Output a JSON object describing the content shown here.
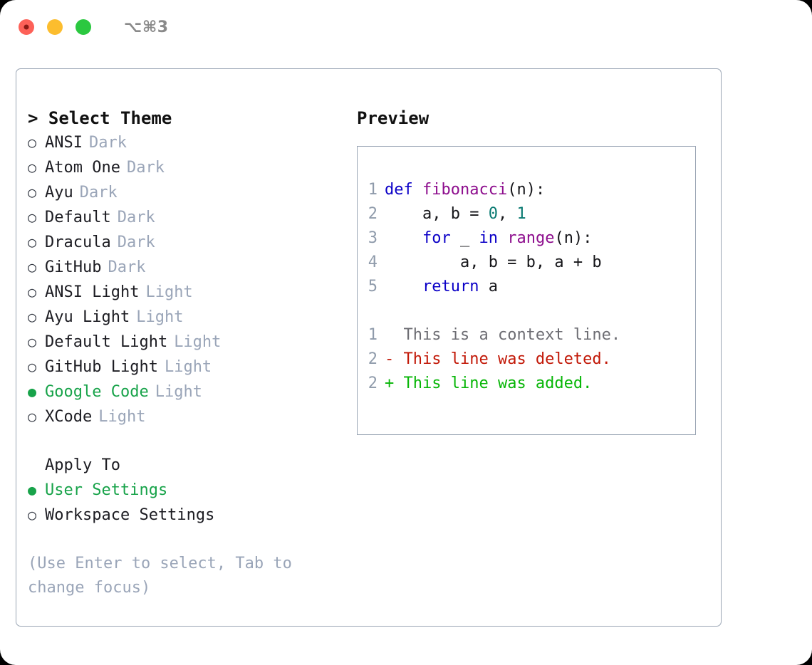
{
  "window": {
    "shortcut": "⌥⌘3",
    "traffic_lights": [
      "close-red",
      "minimize-yellow",
      "maximize-green"
    ]
  },
  "left": {
    "header": "> Select Theme",
    "themes": [
      {
        "marker": "○",
        "name": "ANSI",
        "tag": "Dark",
        "selected": false
      },
      {
        "marker": "○",
        "name": "Atom One",
        "tag": "Dark",
        "selected": false
      },
      {
        "marker": "○",
        "name": "Ayu",
        "tag": "Dark",
        "selected": false
      },
      {
        "marker": "○",
        "name": "Default",
        "tag": "Dark",
        "selected": false
      },
      {
        "marker": "○",
        "name": "Dracula",
        "tag": "Dark",
        "selected": false
      },
      {
        "marker": "○",
        "name": "GitHub",
        "tag": "Dark",
        "selected": false
      },
      {
        "marker": "○",
        "name": "ANSI Light",
        "tag": "Light",
        "selected": false
      },
      {
        "marker": "○",
        "name": "Ayu Light",
        "tag": "Light",
        "selected": false
      },
      {
        "marker": "○",
        "name": "Default Light",
        "tag": "Light",
        "selected": false
      },
      {
        "marker": "○",
        "name": "GitHub Light",
        "tag": "Light",
        "selected": false
      },
      {
        "marker": "●",
        "name": "Google Code",
        "tag": "Light",
        "selected": true
      },
      {
        "marker": "○",
        "name": "XCode",
        "tag": "Light",
        "selected": false
      }
    ],
    "apply_to_header": "Apply To",
    "apply_to": [
      {
        "marker": "●",
        "name": "User Settings",
        "selected": true
      },
      {
        "marker": "○",
        "name": "Workspace Settings",
        "selected": false
      }
    ],
    "hint": "(Use Enter to select, Tab to change focus)"
  },
  "right": {
    "title": "Preview",
    "code_lines": [
      {
        "num": "1",
        "tokens": [
          {
            "t": "def",
            "c": "kw"
          },
          {
            "t": " ",
            "c": "plain"
          },
          {
            "t": "fibonacci",
            "c": "fn"
          },
          {
            "t": "(n):",
            "c": "plain"
          }
        ]
      },
      {
        "num": "2",
        "tokens": [
          {
            "t": "    a, b = ",
            "c": "plain"
          },
          {
            "t": "0",
            "c": "num"
          },
          {
            "t": ", ",
            "c": "plain"
          },
          {
            "t": "1",
            "c": "num"
          }
        ]
      },
      {
        "num": "3",
        "tokens": [
          {
            "t": "    ",
            "c": "plain"
          },
          {
            "t": "for",
            "c": "kw"
          },
          {
            "t": " _ ",
            "c": "plain"
          },
          {
            "t": "in",
            "c": "kw"
          },
          {
            "t": " ",
            "c": "plain"
          },
          {
            "t": "range",
            "c": "builtin"
          },
          {
            "t": "(n):",
            "c": "plain"
          }
        ]
      },
      {
        "num": "4",
        "tokens": [
          {
            "t": "        a, b = b, a + b",
            "c": "plain"
          }
        ]
      },
      {
        "num": "5",
        "tokens": [
          {
            "t": "    ",
            "c": "plain"
          },
          {
            "t": "return",
            "c": "kw"
          },
          {
            "t": " a",
            "c": "plain"
          }
        ]
      }
    ],
    "diff_lines": [
      {
        "num": "1",
        "prefix": "  ",
        "text": "This is a context line.",
        "kind": "ctx"
      },
      {
        "num": "2",
        "prefix": "- ",
        "text": "This line was deleted.",
        "kind": "del"
      },
      {
        "num": "2",
        "prefix": "+ ",
        "text": "This line was added.",
        "kind": "add"
      }
    ]
  },
  "colors": {
    "accent_green": "#18a34a",
    "muted": "#9aa5b8",
    "border": "#9aa5b4",
    "keyword": "#0b00c7",
    "function": "#8d0d8d",
    "number": "#0a7a72",
    "diff_delete": "#c21807",
    "diff_add": "#07b607"
  }
}
